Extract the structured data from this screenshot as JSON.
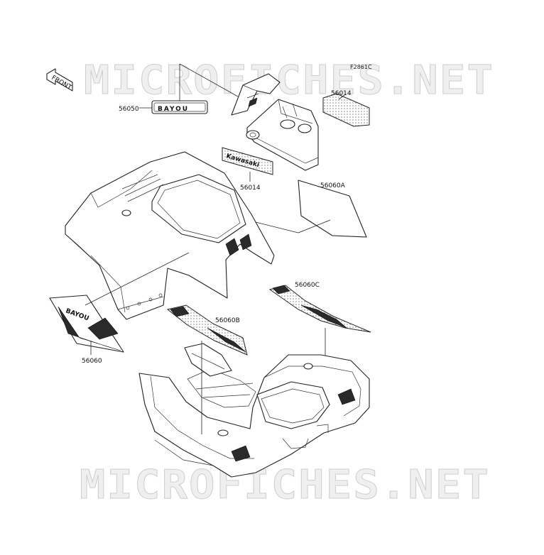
{
  "figure_code": "F2861C",
  "direction_label": "FRONT",
  "watermark_text": "MICROFICHES.NET",
  "decal_text": {
    "bayou_emblem": "BAYOU",
    "kawasaki_emblem": "Kawasaki",
    "side_bayou": "BAYOU"
  },
  "callouts": [
    {
      "id": "56050",
      "text": "56050"
    },
    {
      "id": "56014-top",
      "text": "56014"
    },
    {
      "id": "56014-mid",
      "text": "56014"
    },
    {
      "id": "56060A",
      "text": "56060A"
    },
    {
      "id": "56060C",
      "text": "56060C"
    },
    {
      "id": "56060B",
      "text": "56060B"
    },
    {
      "id": "56060",
      "text": "56060"
    }
  ]
}
